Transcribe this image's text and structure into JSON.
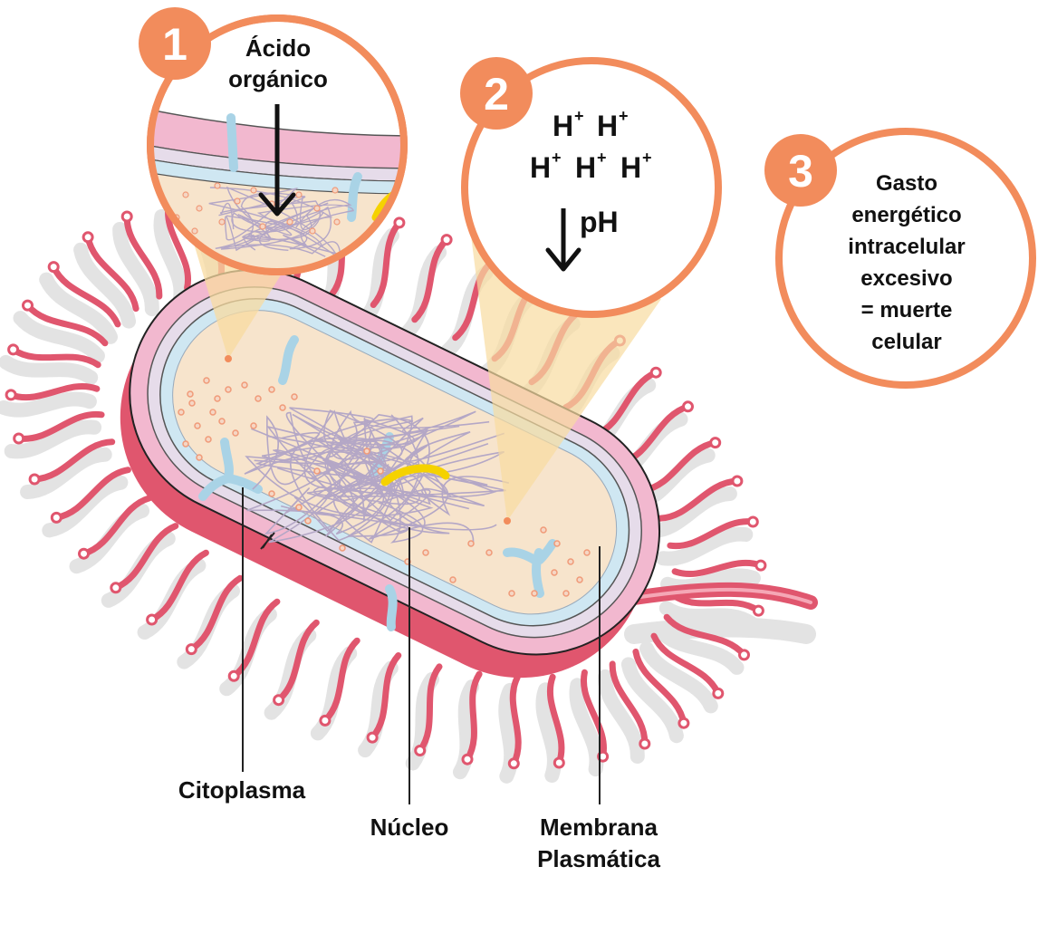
{
  "steps": [
    {
      "number": "1",
      "text_line1": "Ácido",
      "text_line2": "orgánico"
    },
    {
      "number": "2",
      "h_line1": [
        "H",
        "H"
      ],
      "h_line2": [
        "H",
        "H",
        "H"
      ],
      "sup": "+",
      "ph_label": "pH"
    },
    {
      "number": "3",
      "lines": [
        "Gasto",
        "energético",
        "intracelular",
        "excesivo",
        "= muerte",
        "celular"
      ]
    }
  ],
  "labels": {
    "cytoplasm": "Citoplasma",
    "nucleus": "Núcleo",
    "membrane_line1": "Membrana",
    "membrane_line2": "Plasmática"
  },
  "colors": {
    "accent_orange": "#f28c5c",
    "pili_red": "#e0566e",
    "shadow_gray": "#e3e3e3",
    "cell_wall_pink": "#f2b8cf",
    "cytoplasm_beige": "#f7e4cc",
    "membrane_blue": "#cfe7f2",
    "ribosome_yellow": "#f5d200",
    "cone_yellow": "#f8dba0"
  }
}
